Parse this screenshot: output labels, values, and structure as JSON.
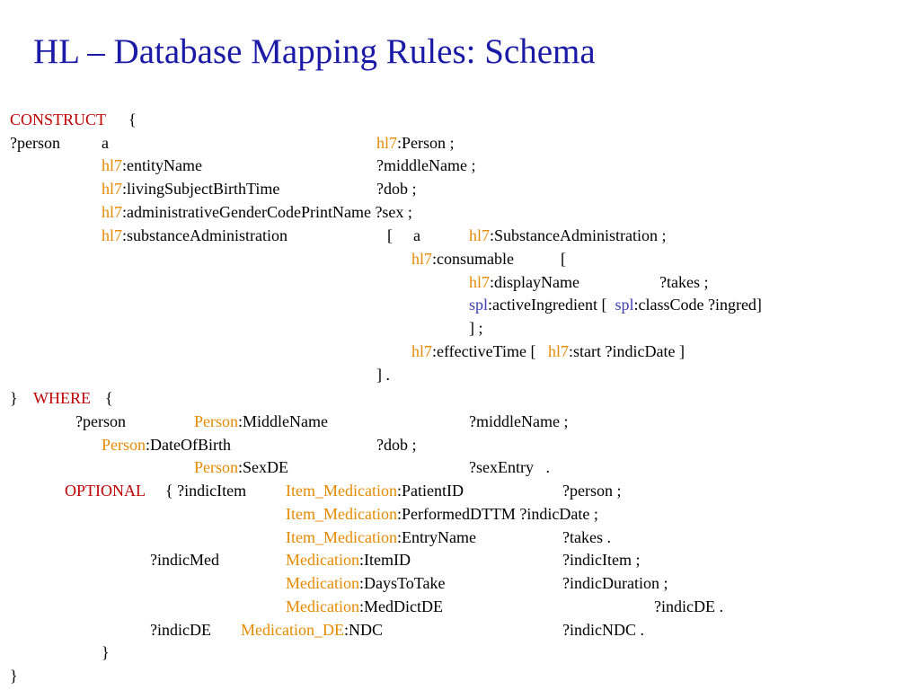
{
  "title": "HL – Database Mapping Rules: Schema",
  "code": {
    "construct": {
      "keyword": "CONSTRUCT",
      "open": "{"
    },
    "person": {
      "var": "?person",
      "a": "a",
      "prefix": "hl7",
      "rest": ":Person ;"
    },
    "entityName": {
      "prefix": "hl7",
      "prop": ":entityName",
      "value": "?middleName ;"
    },
    "birth": {
      "prefix": "hl7",
      "prop": ":livingSubjectBirthTime",
      "value": "?dob ;"
    },
    "gender": {
      "prefix": "hl7",
      "prop": ":administrativeGenderCodePrintName ?sex ;"
    },
    "substance": {
      "prefix": "hl7",
      "prop": ":substanceAdministration",
      "bracket": "[",
      "a": "a",
      "type_prefix": "hl7",
      "type": ":SubstanceAdministration ;"
    },
    "consumable": {
      "prefix": "hl7",
      "prop": ":consumable",
      "bracket": "["
    },
    "displayName": {
      "prefix": "hl7",
      "prop": ":displayName",
      "value": "?takes ;"
    },
    "activeIngredient": {
      "prefix": "spl",
      "prop": ":activeIngredient [",
      "prefix2": "spl",
      "rest": ":classCode ?ingred]"
    },
    "closeInner": "] ;",
    "effectiveTime": {
      "prefix": "hl7",
      "prop": ":effectiveTime [",
      "prefix2": "hl7",
      "rest": ":start ?indicDate ]"
    },
    "closeOuter": "] .",
    "where": {
      "close": "}",
      "keyword": "WHERE",
      "open": "{"
    },
    "w1": {
      "var": "?person",
      "prefix": "Person",
      "prop": ":MiddleName",
      "value": "?middleName ;"
    },
    "w2": {
      "prefix": "Person",
      "prop": ":DateOfBirth",
      "value": "?dob ;"
    },
    "w3": {
      "prefix": "Person",
      "prop": ":SexDE",
      "value": "?sexEntry   ."
    },
    "optional": {
      "keyword": "OPTIONAL",
      "open": "{ ?indicItem"
    },
    "o1": {
      "prefix": "Item_Medication",
      "prop": ":PatientID",
      "value": "?person ;"
    },
    "o2": {
      "prefix": "Item_Medication",
      "prop": ":PerformedDTTM ?indicDate ;"
    },
    "o3": {
      "prefix": "Item_Medication",
      "prop": ":EntryName",
      "value": "?takes ."
    },
    "m1": {
      "var": "?indicMed",
      "prefix": "Medication",
      "prop": ":ItemID",
      "value": "?indicItem ;"
    },
    "m2": {
      "prefix": "Medication",
      "prop": ":DaysToTake",
      "value": "?indicDuration ;"
    },
    "m3": {
      "prefix": "Medication",
      "prop": ":MedDictDE",
      "value": "?indicDE ."
    },
    "d1": {
      "var": "?indicDE",
      "prefix": "Medication_DE",
      "prop": ":NDC",
      "value": "?indicNDC ."
    },
    "closeOptional": "}",
    "closeWhere": "}"
  },
  "colors": {
    "title": "#1a1aa6",
    "keyword": "#c00000",
    "prefix": "#e68a00",
    "spl_prefix": "#3d3db0",
    "text": "#000000"
  }
}
